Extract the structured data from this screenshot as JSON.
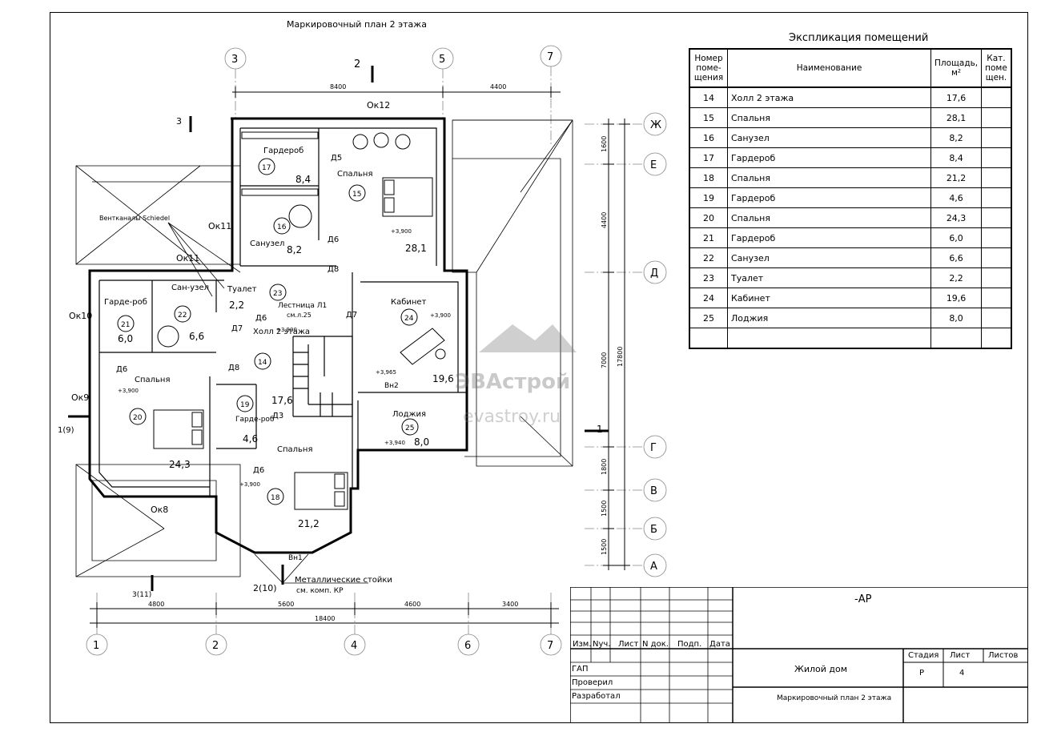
{
  "drawing": {
    "plan_title": "Маркировочный план 2 этажа",
    "watermark": {
      "brand": "ЭВАстрой",
      "url": "evastroy.ru"
    },
    "axes_letters": [
      "Ж",
      "Е",
      "Д",
      "Г",
      "В",
      "Б",
      "А"
    ],
    "axes_numbers_top": [
      "3",
      "5",
      "7"
    ],
    "axes_numbers_bottom": [
      "1",
      "2",
      "4",
      "6",
      "7"
    ],
    "dims_top": [
      "8400",
      "4400"
    ],
    "dims_bottom": [
      "4800",
      "5600",
      "4600",
      "3400"
    ],
    "dim_total_bottom": "18400",
    "dims_right": [
      "1600",
      "4400",
      "7000",
      "1800",
      "1500",
      "1500"
    ],
    "dim_total_right": "17800",
    "sections": {
      "top": "2",
      "left_top": "3",
      "left_side": "1(9)",
      "bottom_left": "3(11)",
      "bottom": "2(10)",
      "right": "1"
    },
    "windows": [
      "Ок12",
      "Ок11",
      "Ок11",
      "Ок10",
      "Ок9",
      "Ок8"
    ],
    "doors": [
      "Д5",
      "Д6",
      "Д8",
      "Д7",
      "Д6",
      "Д7",
      "Д8",
      "Д6",
      "Д3",
      "Д6",
      "Вн2",
      "Вн1"
    ],
    "notes": {
      "vent": "Вентканалы Schiedel",
      "stair": "Лестница Л1",
      "stair_ref": "см.л.25",
      "posts": "Металлические стойки",
      "posts_ref": "см. комп. КР"
    },
    "levels": [
      "+3,900",
      "+3,900",
      "+3,900",
      "+3,900",
      "+3,965",
      "+3,940",
      "+3,900"
    ],
    "rooms": [
      {
        "num": "17",
        "name": "Гардероб",
        "area": "8,4"
      },
      {
        "num": "15",
        "name": "Спальня",
        "area": "28,1"
      },
      {
        "num": "16",
        "name": "Санузел",
        "area": "8,2"
      },
      {
        "num": "23",
        "name": "Туалет",
        "area": "2,2"
      },
      {
        "num": "22",
        "name": "Сан-узел",
        "area": "6,6"
      },
      {
        "num": "21",
        "name": "Гарде-роб",
        "area": "6,0"
      },
      {
        "num": "14",
        "name": "Холл 2 этажа",
        "area": "17,6"
      },
      {
        "num": "24",
        "name": "Кабинет",
        "area": "19,6"
      },
      {
        "num": "20",
        "name": "Спальня",
        "area": "24,3"
      },
      {
        "num": "19",
        "name": "Гарде-роб",
        "area": "4,6"
      },
      {
        "num": "25",
        "name": "Лоджия",
        "area": "8,0"
      },
      {
        "num": "18",
        "name": "Спальня",
        "area": "21,2"
      }
    ]
  },
  "explication": {
    "title": "Экспликация помещений",
    "headers": {
      "num": "Номер поме- щения",
      "name": "Наименование",
      "area": "Площадь, м²",
      "cat": "Кат. поме щен."
    },
    "rows": [
      {
        "num": "14",
        "name": "Холл 2 этажа",
        "area": "17,6"
      },
      {
        "num": "15",
        "name": "Спальня",
        "area": "28,1"
      },
      {
        "num": "16",
        "name": "Санузел",
        "area": "8,2"
      },
      {
        "num": "17",
        "name": "Гардероб",
        "area": "8,4"
      },
      {
        "num": "18",
        "name": "Спальня",
        "area": "21,2"
      },
      {
        "num": "19",
        "name": "Гардероб",
        "area": "4,6"
      },
      {
        "num": "20",
        "name": "Спальня",
        "area": "24,3"
      },
      {
        "num": "21",
        "name": "Гардероб",
        "area": "6,0"
      },
      {
        "num": "22",
        "name": "Санузел",
        "area": "6,6"
      },
      {
        "num": "23",
        "name": "Туалет",
        "area": "2,2"
      },
      {
        "num": "24",
        "name": "Кабинет",
        "area": "19,6"
      },
      {
        "num": "25",
        "name": "Лоджия",
        "area": "8,0"
      },
      {
        "num": "",
        "name": "",
        "area": ""
      }
    ]
  },
  "title_block": {
    "code": "-АР",
    "project": "Жилой дом",
    "sheet_name": "Маркировочный план 2 этажа",
    "hdr": {
      "izm": "Изм.",
      "nuch": "Nуч.",
      "list": "Лист",
      "ndoc": "N док.",
      "podp": "Подп.",
      "data": "Дата"
    },
    "roles": [
      "ГАП",
      "Проверил",
      "Разработал"
    ],
    "stage_label": "Стадия",
    "sheet_label": "Лист",
    "sheets_label": "Листов",
    "stage": "Р",
    "sheet": "4",
    "sheets": ""
  }
}
